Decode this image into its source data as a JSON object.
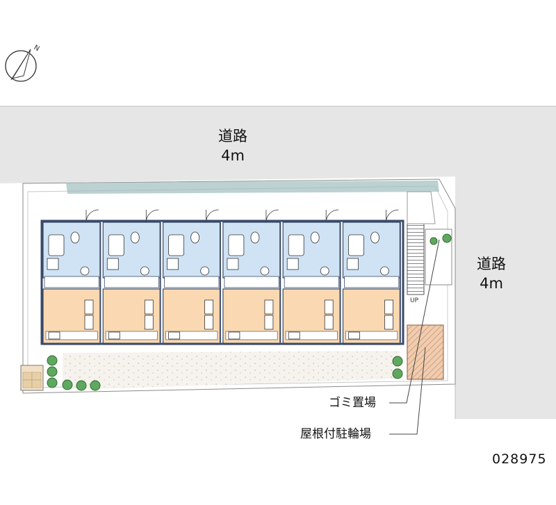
{
  "roads": {
    "top": {
      "name": "道路",
      "width": "4m"
    },
    "right": {
      "name": "道路",
      "width": "4m"
    }
  },
  "legend": {
    "garbage": "ゴミ置場",
    "bicycle_parking": "屋根付駐輪場"
  },
  "stair_label": "UP",
  "property_code": "028975",
  "unit_count": 6,
  "colors": {
    "road": "#e6e6e6",
    "room": "#fad9b2",
    "wet_area": "#cfe3f5",
    "wall": "#3a4a68",
    "hedge": "#5fa85f",
    "parking_hatch": "#e3b89a"
  },
  "icons": {
    "north_arrow": "compass-north-icon",
    "trees": "shrub-icon"
  }
}
